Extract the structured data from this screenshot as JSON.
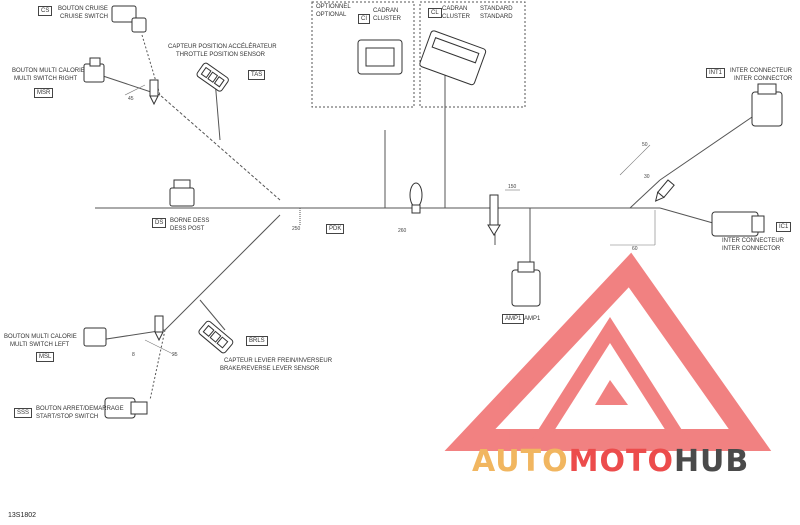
{
  "figure_id": "13S1802",
  "colors": {
    "line": "#555555",
    "logo_red": "#ec4c4c",
    "logo_orange": "#f1b660",
    "logo_gray": "#4a4a4a"
  },
  "watermark": {
    "auto": "AUTO",
    "moto": "MOTO",
    "hub": "HUB"
  },
  "components": {
    "cruise_switch": {
      "tag": "CS",
      "label_fr": "BOUTON CRUISE",
      "label_en": "CRUISE SWITCH"
    },
    "multi_switch_right": {
      "tag": "MSR",
      "label_fr": "BOUTON MULTI CALORIE",
      "label_en": "MULTI SWITCH RIGHT"
    },
    "throttle_sensor": {
      "tag": "TAS",
      "label_fr": "CAPTEUR POSITION ACCÉLÉRATEUR",
      "label_en": "THROTTLE POSITION SENSOR"
    },
    "dess_post": {
      "tag": "DS",
      "label_fr": "BORNE DESS",
      "label_en": "DESS POST"
    },
    "multi_switch_left": {
      "tag": "MSL",
      "label_fr": "BOUTON MULTI CALORIE",
      "label_en": "MULTI SWITCH LEFT"
    },
    "start_stop_switch": {
      "tag": "SSS",
      "label_fr": "BOUTON ARRET/DEMARRAGE",
      "label_en": "START/STOP SWITCH"
    },
    "brake_lever_sensor": {
      "tag": "BRLS",
      "label_fr": "CAPTEUR LEVIER FREIN/INVERSEUR",
      "label_en": "BRAKE/REVERSE LEVER SENSOR"
    },
    "gauge_cluster": {
      "tag": "CI",
      "label_fr": "CADRAN",
      "label_en": "CLUSTER",
      "label_fr2": "OPTIONNEL",
      "label_en2": "OPTIONAL"
    },
    "cluster": {
      "tag": "CL",
      "label_fr": "CADRAN",
      "label_en": "CLUSTER",
      "label_fr2": "STANDARD",
      "label_en2": "STANDARD"
    },
    "inter_connector": {
      "tag": "INT1",
      "label_fr": "INTER CONNECTEUR",
      "label_en": "INTER CONNECTOR"
    },
    "inter_connector2": {
      "tag": "IC1",
      "label_fr": "INTER CONNECTEUR",
      "label_en": "INTER CONNECTOR"
    },
    "amp": {
      "tag": "AMP1",
      "label": "AMP1"
    },
    "pdk": {
      "tag": "PDK"
    }
  },
  "dimensions": {
    "d1": "45",
    "d2": "250",
    "d3": "50",
    "d4": "30",
    "d5": "25",
    "d6": "8",
    "d7": "60",
    "d8": "150",
    "d9": "260"
  }
}
